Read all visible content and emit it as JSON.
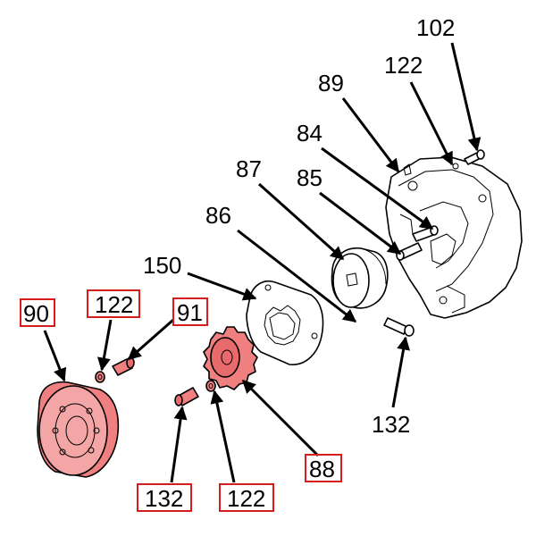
{
  "diagram": {
    "callouts": {
      "c102": "102",
      "c122_top": "122",
      "c89": "89",
      "c84": "84",
      "c87": "87",
      "c85": "85",
      "c86": "86",
      "c150": "150",
      "c90": "90",
      "c122_left": "122",
      "c91": "91",
      "c132_right": "132",
      "c88": "88",
      "c132_bottom": "132",
      "c122_bottom": "122"
    },
    "highlight_color": "#f08080",
    "box_color": "#d81b1b",
    "highlighted_parts": [
      "90",
      "122",
      "91",
      "132",
      "88"
    ]
  }
}
